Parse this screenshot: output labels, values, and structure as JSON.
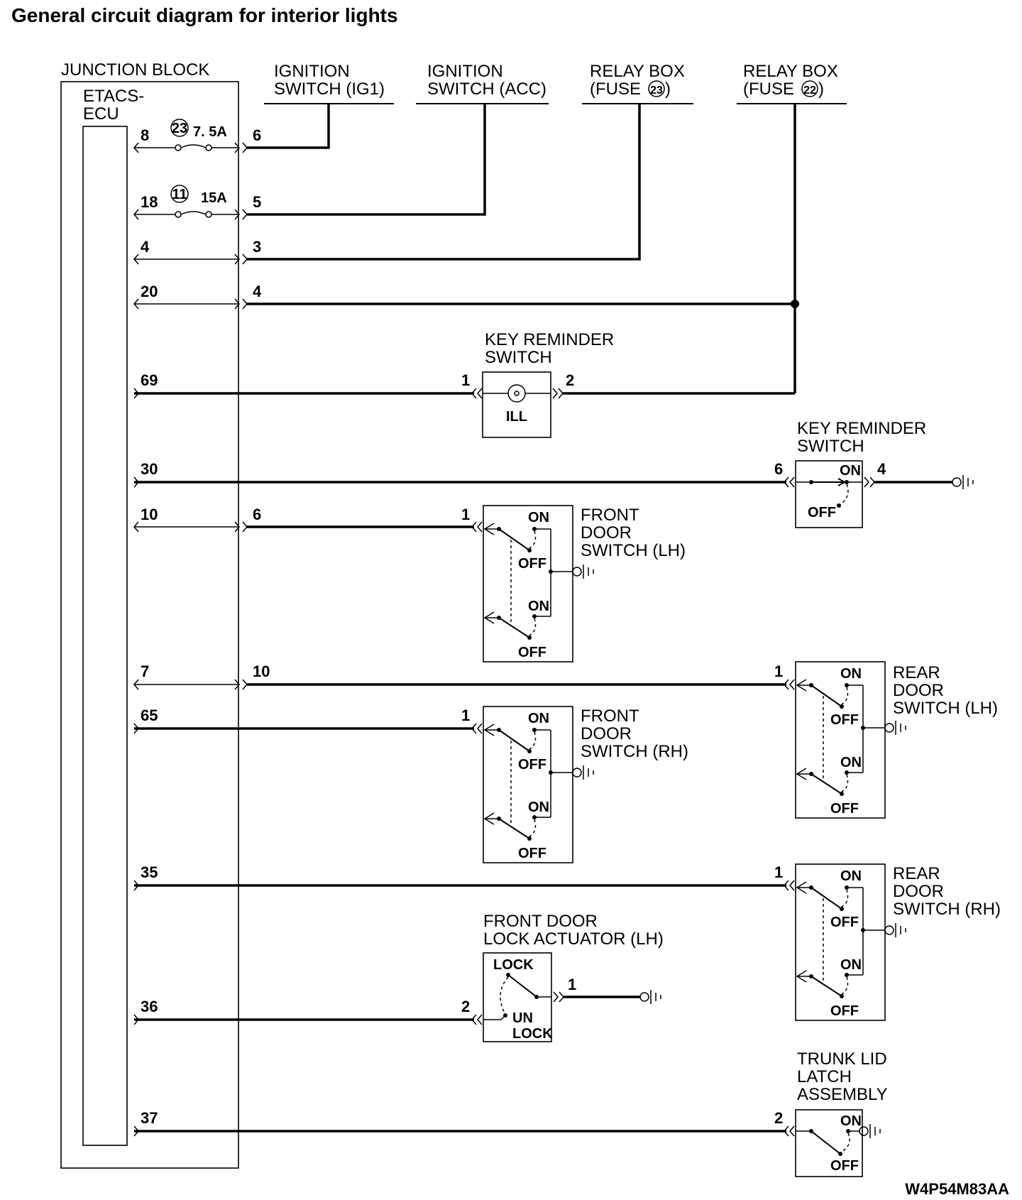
{
  "title": "General circuit diagram for interior lights",
  "figure_code": "W4P54M83AA",
  "junction_block": {
    "label": "JUNCTION BLOCK",
    "ecu_label_1": "ETACS-",
    "ecu_label_2": "ECU"
  },
  "power_sources": [
    {
      "line1": "IGNITION",
      "line2": "SWITCH (IG1)"
    },
    {
      "line1": "IGNITION",
      "line2": "SWITCH (ACC)"
    },
    {
      "line1": "RELAY BOX",
      "line2": "(FUSE",
      "fuse_no": "23",
      "close": ")"
    },
    {
      "line1": "RELAY BOX",
      "line2": "(FUSE",
      "fuse_no": "22",
      "close": ")"
    }
  ],
  "fuses": [
    {
      "number": "23",
      "rating": "7. 5A"
    },
    {
      "number": "11",
      "rating": "15A"
    }
  ],
  "ecu_pins": [
    "8",
    "18",
    "4",
    "20",
    "69",
    "30",
    "10",
    "7",
    "65",
    "35",
    "36",
    "37"
  ],
  "jb_pins": [
    "6",
    "5",
    "3",
    "4",
    "6",
    "10"
  ],
  "components": {
    "key_reminder_1": {
      "line1": "KEY REMINDER",
      "line2": "SWITCH",
      "pin_a": "1",
      "pin_b": "2",
      "inner": "ILL"
    },
    "key_reminder_2": {
      "line1": "KEY REMINDER",
      "line2": "SWITCH",
      "pin_a": "6",
      "pin_b": "4",
      "on": "ON",
      "off": "OFF"
    },
    "front_door_lh": {
      "line1": "FRONT",
      "line2": "DOOR",
      "line3": "SWITCH (LH)",
      "pin": "1",
      "on": "ON",
      "off": "OFF"
    },
    "front_door_rh": {
      "line1": "FRONT",
      "line2": "DOOR",
      "line3": "SWITCH (RH)",
      "pin": "1",
      "on": "ON",
      "off": "OFF"
    },
    "rear_door_lh": {
      "line1": "REAR",
      "line2": "DOOR",
      "line3": "SWITCH (LH)",
      "pin": "1",
      "on": "ON",
      "off": "OFF"
    },
    "rear_door_rh": {
      "line1": "REAR",
      "line2": "DOOR",
      "line3": "SWITCH (RH)",
      "pin": "1",
      "on": "ON",
      "off": "OFF"
    },
    "lock_actuator": {
      "line1": "FRONT DOOR",
      "line2": "LOCK ACTUATOR (LH)",
      "pin_a": "2",
      "pin_b": "1",
      "lock": "LOCK",
      "un": "UN",
      "unlock": "LOCK"
    },
    "trunk_latch": {
      "line1": "TRUNK LID",
      "line2": "LATCH",
      "line3": "ASSEMBLY",
      "pin": "2",
      "on": "ON",
      "off": "OFF"
    }
  }
}
